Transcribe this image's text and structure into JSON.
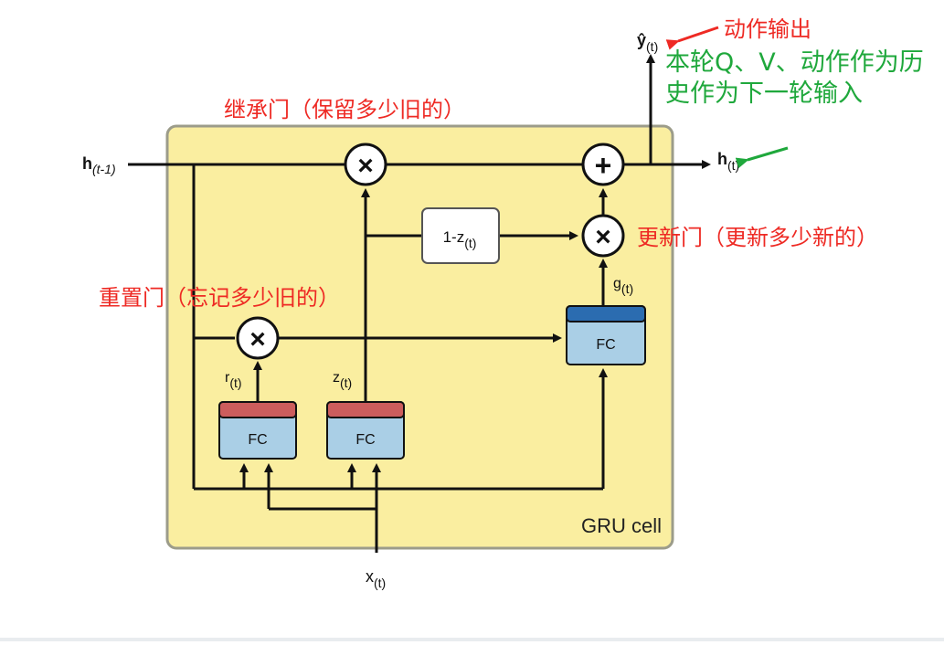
{
  "diagram": {
    "cell_label": "GRU cell",
    "inputs": {
      "h_prev": "h",
      "h_prev_sub": "(t-1)",
      "x": "x",
      "x_sub": "(t)"
    },
    "outputs": {
      "y_hat": "ŷ",
      "y_hat_sub": "(t)",
      "h": "h",
      "h_sub": "(t)"
    },
    "signals": {
      "r": "r",
      "r_sub": "(t)",
      "z": "z",
      "z_sub": "(t)",
      "g": "g",
      "g_sub": "(t)"
    },
    "blocks": {
      "fc_label": "FC",
      "one_minus_z": "1-z",
      "one_minus_z_sub": "(t)"
    },
    "operators": {
      "multiply": "×",
      "add": "+"
    }
  },
  "annotations": {
    "action_output": "动作输出",
    "history_note": "本轮Q、V、动作作为历史作为下一轮输入",
    "inherit_gate": "继承门（保留多少旧的）",
    "update_gate": "更新门（更新多少新的）",
    "reset_gate": "重置门（忘记多少旧的）"
  },
  "colors": {
    "cell_fill": "#faeea0",
    "cell_stroke": "#9c9c8a",
    "fc_body": "#aacfe6",
    "fc_top_red": "#cc5d5d",
    "fc_top_blue": "#2b6cb0",
    "annotation_red": "#ee2a24",
    "annotation_green": "#1fa83c"
  }
}
